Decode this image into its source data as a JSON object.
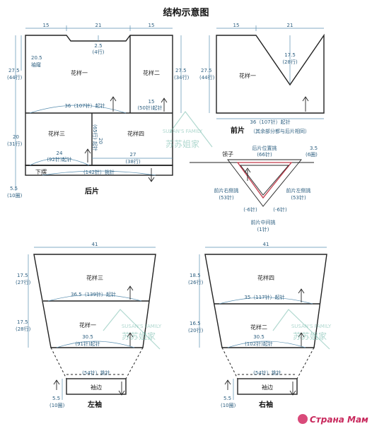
{
  "title": "结构示意图",
  "back": {
    "caption": "后片",
    "top_widths": [
      "15",
      "21",
      "15"
    ],
    "neck_depth": "2.5",
    "neck_rows": "(4行)",
    "armhole_h": "20.5",
    "armhole_word": "袖窿",
    "upper_h": "27.5",
    "upper_rows": "(44行)",
    "right_h": "27.5",
    "right_rows": "(34行)",
    "pattern1": "花样一",
    "pattern2": "花样二",
    "pattern3": "花样三",
    "pattern4": "花样四",
    "mid_cast": "36（107针）起针",
    "side_cast_val": "15",
    "side_cast_st": "(50针)起针",
    "lower_h": "20",
    "lower_rows": "(31行)",
    "inner_h": "20",
    "inner_rows": "(65行)",
    "inner_word": "起针",
    "left_cast_val": "24",
    "left_cast_st": "(92针)起针",
    "right_cast_val": "27",
    "right_cast_st": "(38行)",
    "hem_word": "下摆",
    "pickup": "(142针）挑针",
    "hem_h": "5.5",
    "hem_rows": "(10圈)"
  },
  "front": {
    "caption": "前片",
    "caption_note": "（其余部分都与后片相同）",
    "top_widths": [
      "15",
      "21"
    ],
    "v_depth": "17.5",
    "v_rows": "(28行)",
    "left_h": "27.5",
    "left_rows": "(44行)",
    "pattern1": "花样一",
    "cast": "36（107针）起针"
  },
  "collar": {
    "label": "领子",
    "back_pos": "后片位置挑",
    "back_st": "(66针)",
    "side_w": "3.5",
    "side_rows": "(6圈)",
    "right_pick": "前片右侧挑",
    "right_st": "(53针)",
    "left_pick": "前片左侧挑",
    "left_st": "(53针)",
    "dec_left": "(-6针)",
    "dec_right": "(-6针)",
    "mid_pick": "前片中间挑",
    "mid_st": "(1针)"
  },
  "left_sleeve": {
    "caption": "左袖",
    "top_w": "41",
    "upper_h": "17.5",
    "upper_rows": "(27行)",
    "pattern_top": "花样三",
    "mid_cast": "36.5（139针）起针",
    "lower_h": "17.5",
    "lower_rows": "(28行)",
    "pattern_bottom": "花样一",
    "bottom_cast_val": "30.5",
    "bottom_cast_st": "(91针)起针",
    "pickup": "(54针）挑针",
    "cuff": "袖边",
    "cuff_h": "5.5",
    "cuff_rows": "(10圈)"
  },
  "right_sleeve": {
    "caption": "右袖",
    "top_w": "41",
    "upper_h": "18.5",
    "upper_rows": "(26行)",
    "pattern_top": "花样四",
    "mid_cast": "35（117针）起针",
    "lower_h": "16.5",
    "lower_rows": "(20行)",
    "pattern_bottom": "花样二",
    "bottom_cast_val": "30.5",
    "bottom_cast_st": "(102针)起针",
    "pickup": "(54针）挑针",
    "cuff": "袖边",
    "cuff_h": "5.5",
    "cuff_rows": "(10圈)"
  },
  "watermark": {
    "en": "SUSAN'S FAMILY",
    "cn": "苏苏姐家"
  },
  "site_logo": "Страна Мам"
}
